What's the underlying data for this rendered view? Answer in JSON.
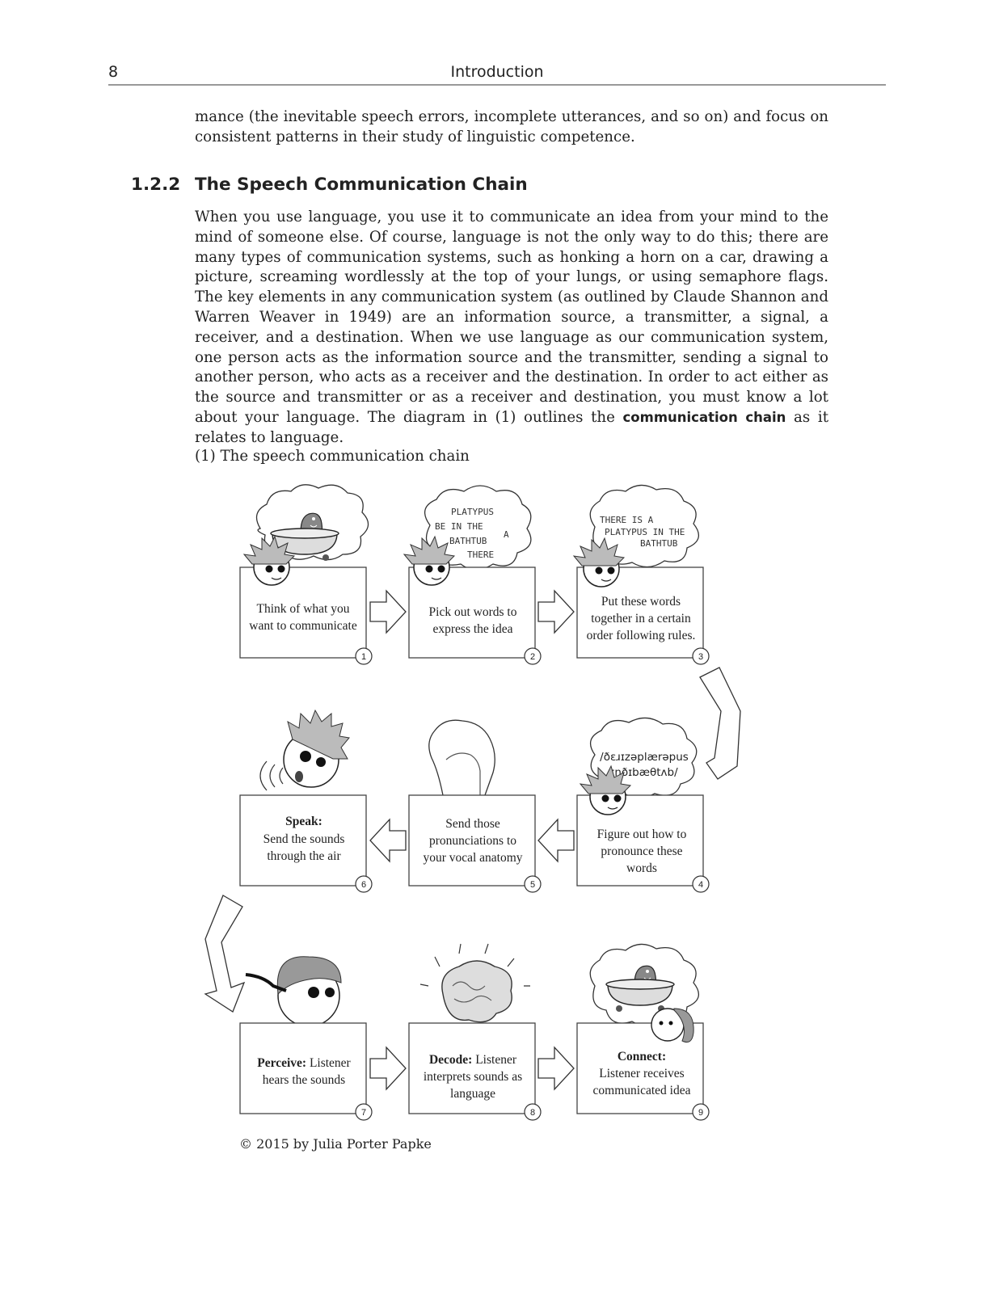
{
  "header": {
    "page_number": "8",
    "running_title": "Introduction"
  },
  "intro_paragraph": "mance (the inevitable speech errors, incomplete utterances, and so on) and focus on consistent patterns in their study of linguistic competence.",
  "section": {
    "number": "1.2.2",
    "title": "The Speech Communication Chain"
  },
  "body_paragraph": {
    "text_before_bold": "When you use language, you use it to communicate an idea from your mind to the mind of someone else. Of course, language is not the only way to do this; there are many types of communication systems, such as honking a horn on a car, drawing a picture, screaming wordlessly at the top of your lungs, or using semaphore flags. The key elements in any communication system (as outlined by Claude Shannon and Warren Weaver in 1949) are an information source, a transmitter, a signal, a receiver, and a destination. When we use language as our communication system, one person acts as the information source and the transmitter, sending a signal to another person, who acts as a receiver and the destination. In order to act either as the source and transmitter or as a receiver and destination, you must know a lot about your language. The diagram in (1) outlines the ",
    "bold_term": "communication chain",
    "text_after_bold": " as it relates to language."
  },
  "example_label": "(1)  The speech communication chain",
  "diagram": {
    "steps": [
      {
        "number": "1",
        "bold": "",
        "lines": [
          "Think of what you",
          "want to communicate"
        ]
      },
      {
        "number": "2",
        "bold": "",
        "lines": [
          "Pick out words to",
          "express the idea"
        ]
      },
      {
        "number": "3",
        "bold": "",
        "lines": [
          "Put these words",
          "together in a certain",
          "order following rules."
        ]
      },
      {
        "number": "4",
        "bold": "",
        "lines": [
          "Figure out how to",
          "pronounce these",
          "words"
        ]
      },
      {
        "number": "5",
        "bold": "",
        "lines": [
          "Send those",
          "pronunciations to",
          "your vocal anatomy"
        ]
      },
      {
        "number": "6",
        "bold": "Speak:",
        "lines": [
          "Send the sounds",
          "through the air"
        ]
      },
      {
        "number": "7",
        "bold": "Perceive:",
        "lines": [
          "Listener",
          "hears the sounds"
        ]
      },
      {
        "number": "8",
        "bold": "Decode:",
        "lines": [
          "Listener",
          "interprets sounds as",
          "language"
        ]
      },
      {
        "number": "9",
        "bold": "Connect:",
        "lines": [
          "Listener receives",
          "communicated idea"
        ]
      }
    ],
    "bubble_words_2": [
      "PLATYPUS",
      "BE IN THE",
      "A",
      "BATHTUB",
      "THERE"
    ],
    "bubble_sentence_3": [
      "THERE IS A",
      "PLATYPUS IN THE",
      "BATHTUB"
    ],
    "bubble_ipa_4": [
      "/ðɛɹɪzəplærəpus",
      "ɪnðɪbæθtʌb/"
    ]
  },
  "credit": "© 2015 by Julia Porter Papke"
}
